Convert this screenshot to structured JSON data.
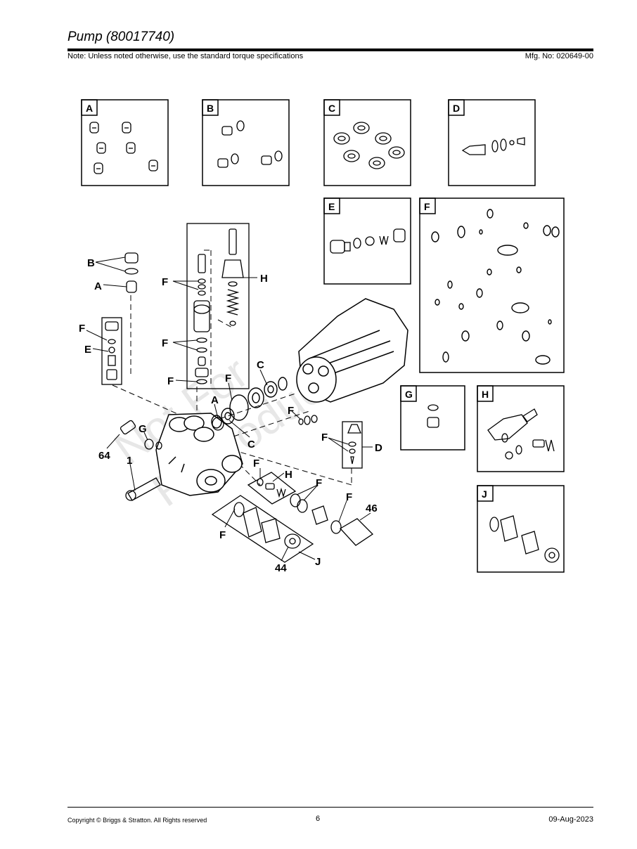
{
  "header": {
    "title": "Pump (80017740)",
    "note": "Note: Unless noted otherwise, use the standard torque specifications",
    "mfg": "Mfg. No: 020649-00"
  },
  "watermark": {
    "line1": "Not For",
    "line2": "Reproduction"
  },
  "kits": {
    "a": "A",
    "b": "B",
    "c": "C",
    "d": "D",
    "e": "E",
    "f": "F",
    "g": "G",
    "h": "H",
    "j": "J"
  },
  "callouts": {
    "b": "B",
    "a": "A",
    "h": "H",
    "f": "F",
    "e": "E",
    "c": "C",
    "a2": "A",
    "c2": "C",
    "g": "G",
    "n64": "64",
    "n1": "1",
    "d": "D",
    "h2": "H",
    "j": "J",
    "n44": "44",
    "n46": "46"
  },
  "footer": {
    "copyright": "Copyright ©  Briggs & Stratton. All Rights reserved",
    "page": "6",
    "date": "09-Aug-2023"
  }
}
